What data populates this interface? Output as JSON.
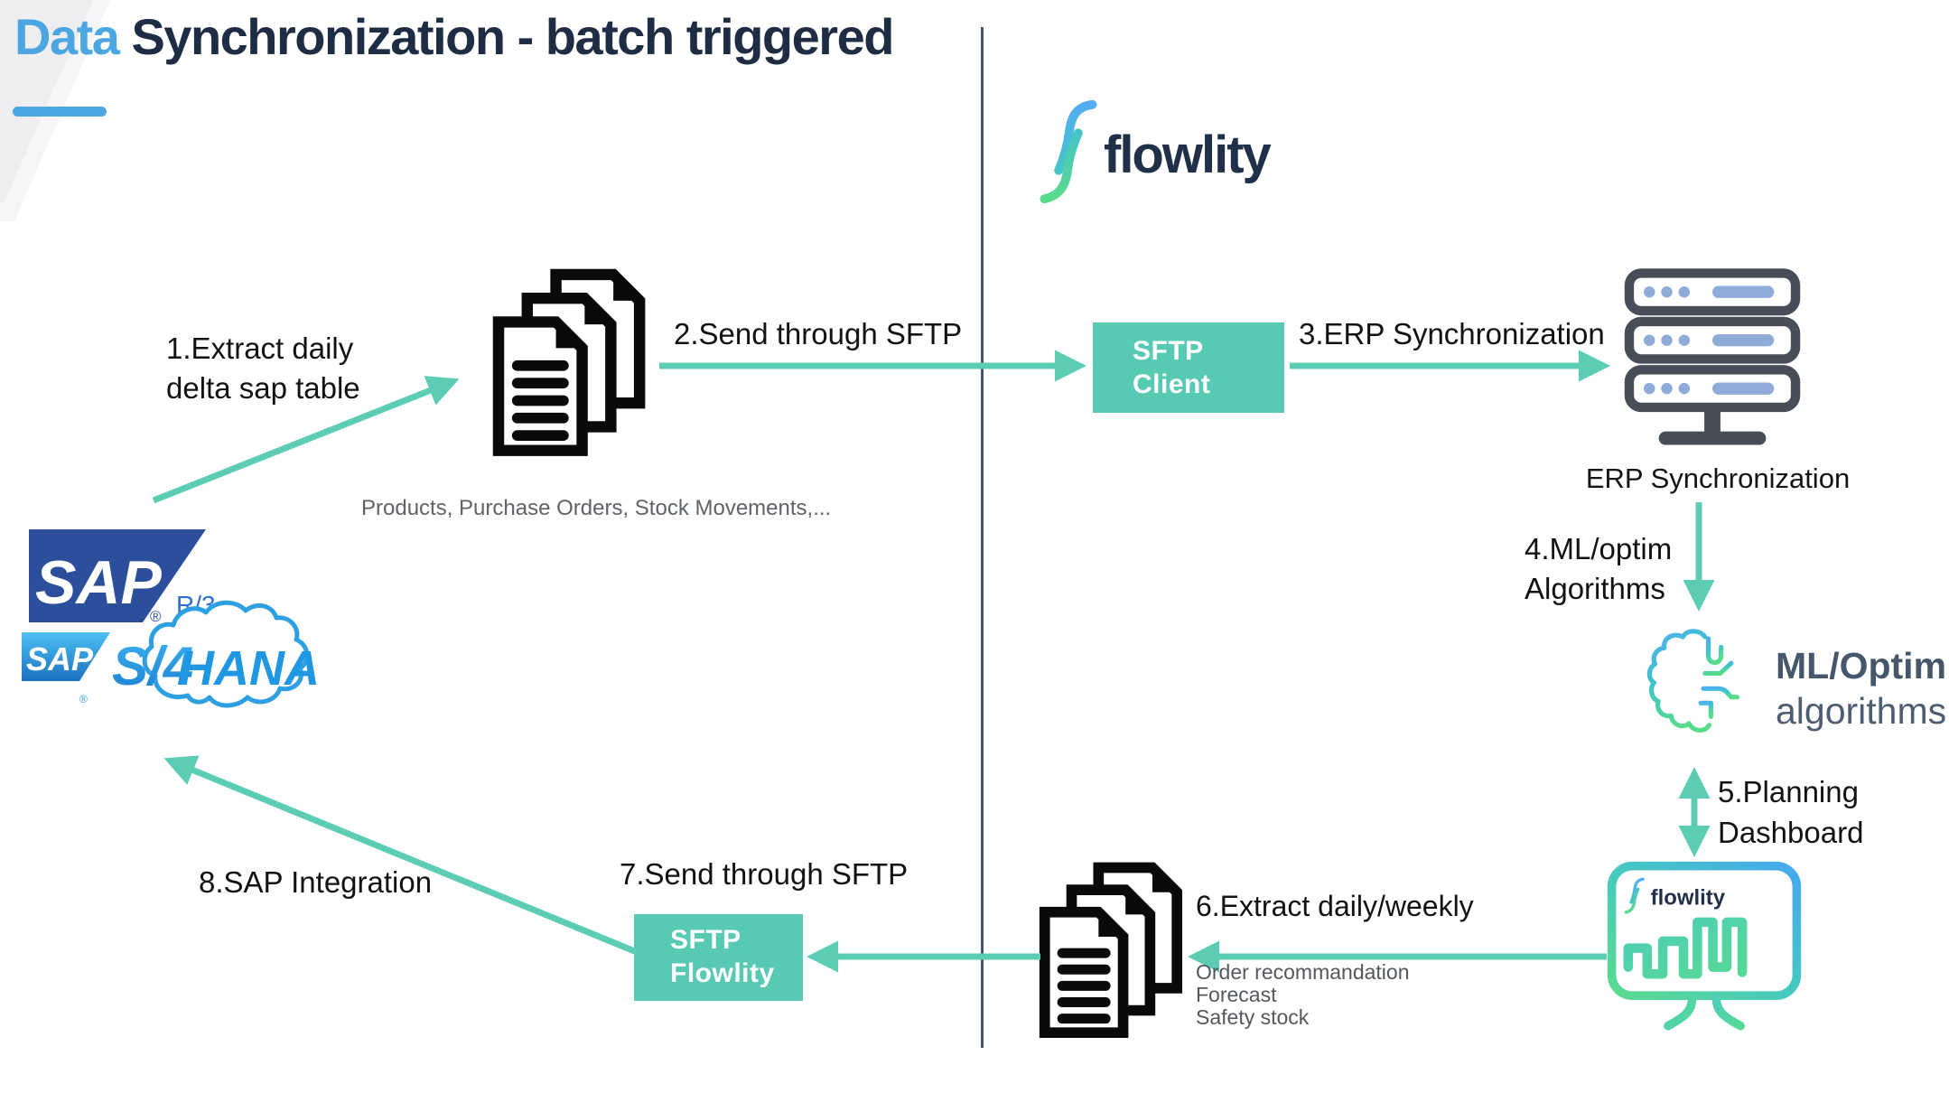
{
  "slide": {
    "title_highlight": "Data",
    "title_rest": " Synchronization - batch triggered"
  },
  "flowlity": {
    "brand": "flowlity"
  },
  "steps": {
    "s1": "1.Extract daily\ndelta sap table",
    "s2": "2.Send through SFTP",
    "s3": "3.ERP Synchronization",
    "s4": "4.ML/optim\nAlgorithms",
    "s5": "5.Planning\nDashboard",
    "s6": "6.Extract daily/weekly",
    "s7": "7.Send through SFTP",
    "s8": "8.SAP Integration"
  },
  "nodes": {
    "docs_top_caption": "Products, Purchase Orders, Stock Movements,...",
    "sftp_client": "SFTP\nClient",
    "sftp_flowlity": "SFTP\nFlowlity",
    "erp_label": "ERP Synchronization",
    "ml_title": "ML/Optim",
    "ml_sub": "algorithms",
    "dashboard_brand": "flowlity",
    "outputs": "Order recommandation\nForecast\nSafety stock"
  },
  "sap": {
    "sap_word": "SAP",
    "reg": "®",
    "r3": "R/3",
    "s4": "S/4",
    "hana": "HANA"
  },
  "colors": {
    "accent_teal": "#58C9B2",
    "arrow_teal": "#5CCDB4",
    "accent_blue": "#4BA6E2",
    "title_navy": "#1E2C44",
    "flowlity_navy": "#1F3048",
    "divider_navy": "#44546A",
    "server_dark": "#474E59",
    "server_blue": "#8FACD8",
    "sap_blue": "#2C4F9C",
    "sap_light_blue": "#2D9FE3",
    "gradient_green": "#57DC8C",
    "gradient_blue": "#4FAEF0"
  }
}
